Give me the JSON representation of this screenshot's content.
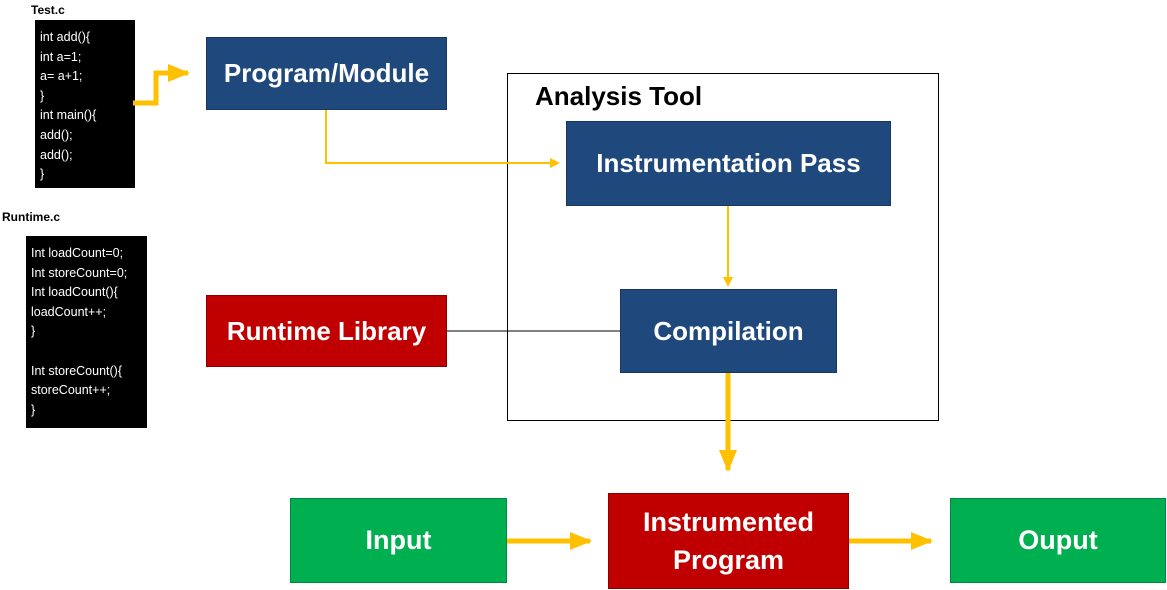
{
  "files": {
    "test": {
      "label": "Test.c",
      "lines": [
        "int add(){",
        "int a=1;",
        "a= a+1;",
        "}",
        "int main(){",
        "add();",
        "add();",
        "}"
      ]
    },
    "runtime": {
      "label": "Runtime.c",
      "lines": [
        "Int loadCount=0;",
        "Int storeCount=0;",
        "Int loadCount(){",
        "loadCount++;",
        "}",
        "",
        "Int storeCount(){",
        "storeCount++;",
        "}"
      ]
    }
  },
  "diagram": {
    "frame_title": "Analysis Tool",
    "program_module": "Program/Module",
    "instrumentation_pass": "Instrumentation Pass",
    "compilation": "Compilation",
    "runtime_library": "Runtime Library",
    "input": "Input",
    "instrumented_program_line1": "Instrumented",
    "instrumented_program_line2": "Program",
    "output": "Ouput"
  },
  "colors": {
    "blue": "#1f497d",
    "red": "#c00000",
    "green": "#00b050",
    "arrow": "#ffc000"
  }
}
